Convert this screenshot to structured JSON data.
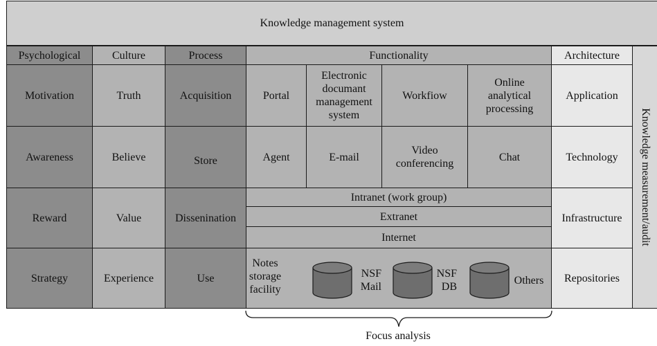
{
  "title": "Knowledge management system",
  "headers": {
    "psychological": "Psychological",
    "culture": "Culture",
    "process": "Process",
    "functionality": "Functionality",
    "architecture": "Architecture"
  },
  "psychological": [
    "Motivation",
    "Awareness",
    "Reward",
    "Strategy"
  ],
  "culture": [
    "Truth",
    "Believe",
    "Value",
    "Experience"
  ],
  "process": [
    "Acquisition",
    "Store",
    "Dissenination",
    "Use"
  ],
  "functionality": {
    "row1": [
      "Portal",
      "Electronic documant management system",
      "Workfiow",
      "Online analytical processing"
    ],
    "row2": [
      "Agent",
      "E-mail",
      "Video conferencing",
      "Chat"
    ],
    "networks": [
      "Intranet (work group)",
      "Extranet",
      "Internet"
    ],
    "notes": "Notes storage facility",
    "repos": [
      "NSF Mail",
      "NSF DB",
      "Others"
    ]
  },
  "architecture": [
    "Application",
    "Technology",
    "Infrastructure",
    "Repositories"
  ],
  "side_label": "Knowledge measurement/audit",
  "brace_label": "Focus analysis"
}
